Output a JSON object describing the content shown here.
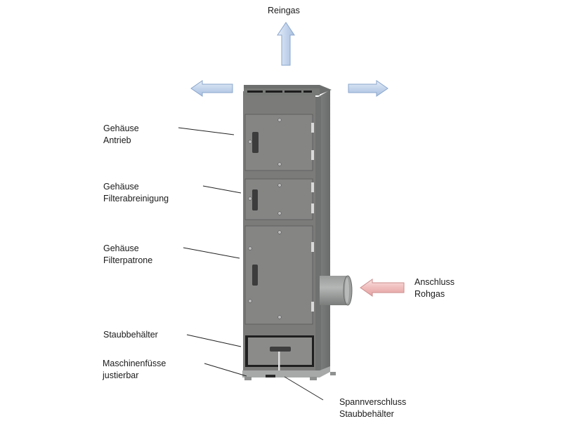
{
  "title": "Reingas",
  "labels": {
    "gehaeuse_antrieb": [
      "Gehäuse",
      "Antrieb"
    ],
    "gehaeuse_filterabreinigung": [
      "Gehäuse",
      "Filterabreinigung"
    ],
    "gehaeuse_filterpatrone": [
      "Gehäuse",
      "Filterpatrone"
    ],
    "staubbehaelter": [
      "Staubbehälter"
    ],
    "maschinenfuesse": [
      "Maschinenfüsse",
      "justierbar"
    ],
    "anschluss_rohgas": [
      "Anschluss",
      "Rohgas"
    ],
    "spannverschluss": [
      "Spannverschluss",
      "Staubbehälter"
    ]
  },
  "colors": {
    "clean_gas_arrow": "#c9d9ee",
    "clean_gas_arrow_stroke": "#8aa6cc",
    "raw_gas_arrow": "#f2c4c4",
    "raw_gas_arrow_stroke": "#cc8d8d",
    "housing": "#7b7c7a",
    "housing_side": "#6e706e",
    "door": "#848583"
  }
}
